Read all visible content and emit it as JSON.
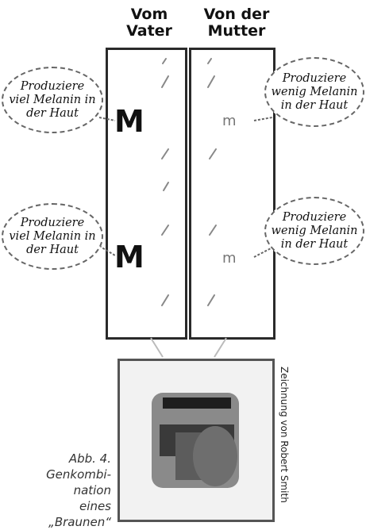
{
  "headers": {
    "father": "Vom\nVater",
    "mother": "Von der\nMutter"
  },
  "bubbles": {
    "left_top": "Produziere\nviel Melanin in\nder Haut",
    "left_bottom": "Produziere\nviel Melanin in\nder Haut",
    "right_top": "Produziere\nwenig Melanin\nin der Haut",
    "right_bottom": "Produziere\nwenig Melanin\nin der Haut"
  },
  "alleles": {
    "dominant": "M",
    "recessive": "m"
  },
  "caption": "Abb. 4.\nGenkombi-\nnation\neines\n„Braunen“",
  "credit": "Zeichnung von Robert Smith"
}
